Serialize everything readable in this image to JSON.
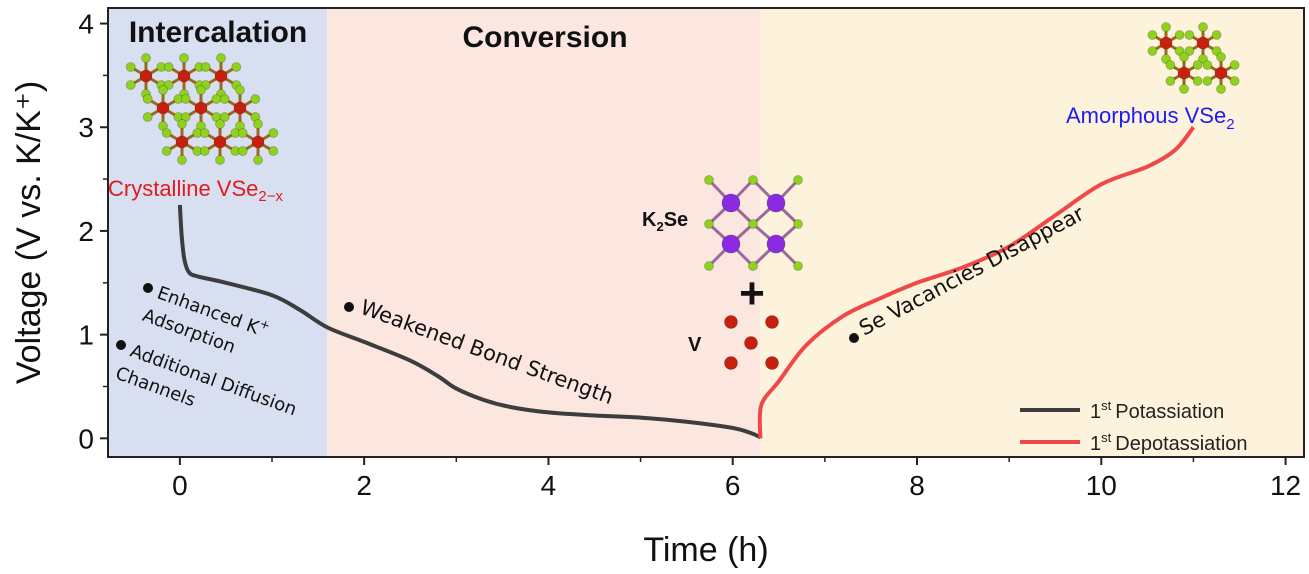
{
  "chart_data": {
    "type": "line",
    "xlabel": "Time (h)",
    "ylabel": "Voltage (V vs. K/K⁺)",
    "xlim": [
      -0.78,
      12.2
    ],
    "ylim": [
      -0.18,
      4.15
    ],
    "xticks": [
      0,
      2,
      4,
      6,
      8,
      10,
      12
    ],
    "yticks": [
      0,
      1,
      2,
      3,
      4
    ],
    "grid": false,
    "legend_position": "bottom-right",
    "regions": [
      {
        "name": "Intercalation",
        "x": [
          -0.78,
          1.6
        ],
        "color": "#d7dff1"
      },
      {
        "name": "Conversion",
        "x": [
          1.6,
          6.3
        ],
        "color": "#fbe7e0"
      },
      {
        "name": "",
        "x": [
          6.3,
          12.2
        ],
        "color": "#fdf3dc"
      }
    ],
    "series": [
      {
        "name": "1st Potassiation",
        "sup": "st",
        "color": "#3d3d3d",
        "x": [
          0.0,
          0.02,
          0.05,
          0.1,
          0.2,
          0.5,
          1.0,
          1.3,
          1.6,
          2.0,
          2.5,
          2.8,
          3.0,
          3.3,
          3.6,
          4.0,
          4.5,
          5.0,
          5.5,
          6.0,
          6.2,
          6.3
        ],
        "y": [
          2.25,
          1.95,
          1.72,
          1.6,
          1.56,
          1.5,
          1.38,
          1.24,
          1.07,
          0.93,
          0.75,
          0.6,
          0.48,
          0.37,
          0.3,
          0.25,
          0.22,
          0.2,
          0.16,
          0.1,
          0.05,
          0.01
        ]
      },
      {
        "name": "1st Depotassiation",
        "sup": "st",
        "color": "#f04848",
        "x": [
          6.3,
          6.31,
          6.5,
          6.8,
          7.2,
          7.6,
          8.0,
          8.5,
          9.0,
          9.5,
          10.0,
          10.5,
          10.8,
          11.0
        ],
        "y": [
          0.0,
          0.32,
          0.55,
          0.9,
          1.18,
          1.35,
          1.5,
          1.65,
          1.85,
          2.15,
          2.45,
          2.62,
          2.78,
          3.0
        ]
      }
    ],
    "annotations": {
      "crystalline_prefix": "Crystalline VSe",
      "crystalline_sub": "2−x",
      "amorphous_prefix": "Amorphous VSe",
      "amorphous_sub": "2",
      "k2se_a": "K",
      "k2se_sub": "2",
      "k2se_b": "Se",
      "plus": "+",
      "v_label": "V",
      "enhanced_line1": "Enhanced K",
      "enhanced_sup": "+",
      "enhanced_line2": "Adsorption",
      "additional_line1": "Additional Diffusion",
      "additional_line2": "Channels",
      "weakened": "Weakened Bond Strength",
      "se_vacancies": "Se Vacancies Disappear"
    }
  }
}
